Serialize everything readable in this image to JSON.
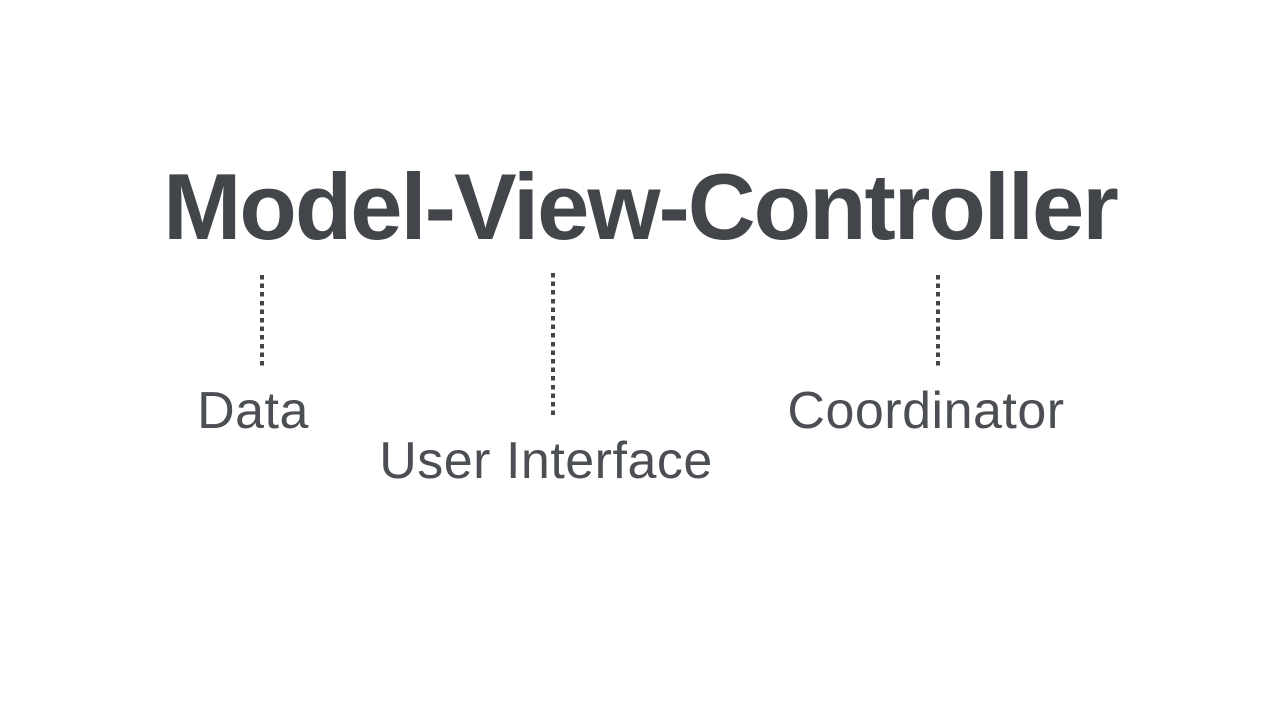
{
  "title": "Model-View-Controller",
  "annotations": [
    {
      "under": "Model",
      "label": "Data"
    },
    {
      "under": "View",
      "label": "User Interface"
    },
    {
      "under": "Controller",
      "label": "Coordinator"
    }
  ],
  "colors": {
    "ink": "#42464a",
    "ink-light": "#4b4f53"
  }
}
